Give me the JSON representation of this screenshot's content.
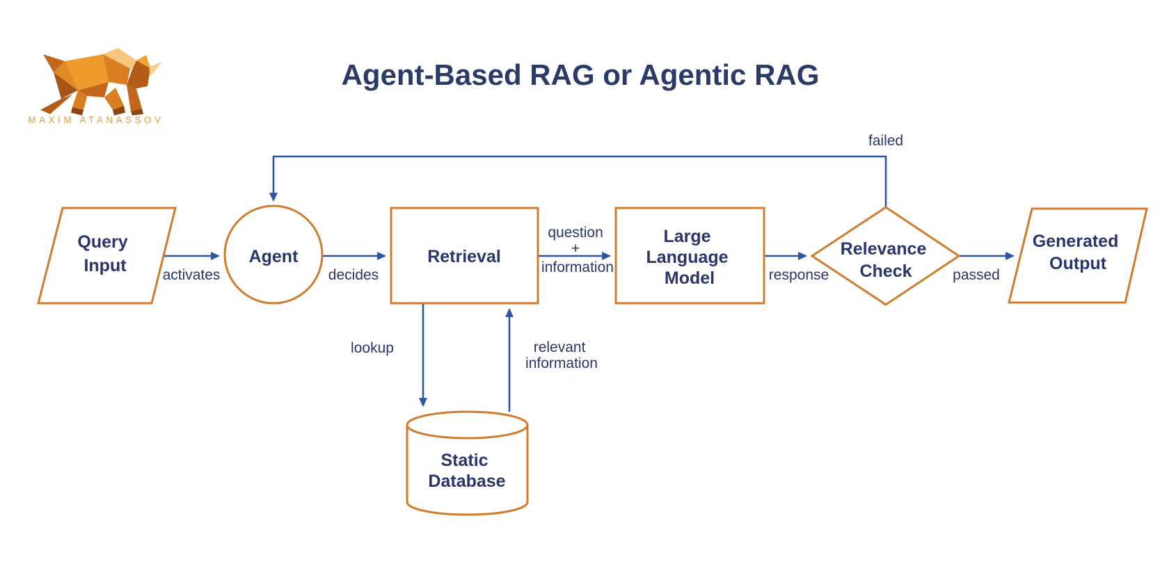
{
  "page": {
    "title": "Agent-Based RAG or Agentic RAG",
    "background": "#ffffff"
  },
  "logo": {
    "brand": "MAXIM ATANASSOV",
    "icon": "low-poly-bull"
  },
  "colors": {
    "title_text": "#2b3a67",
    "node_border": "#cf7c2e",
    "node_fill": "#ffffff",
    "node_text": "#2a356b",
    "arrow": "#2d55a4",
    "edge_label_text": "#2a356b",
    "logo_text": "#df9c3e",
    "logo_oranges": [
      "#a85416",
      "#b35c18",
      "#c2661c",
      "#d97e22",
      "#ee9a2c",
      "#f0a431",
      "#f6c87e",
      "#f8ce8c",
      "#8c4512"
    ]
  },
  "nodes": {
    "query_input": {
      "shape": "parallelogram",
      "lines": [
        "Query",
        "Input"
      ]
    },
    "agent": {
      "shape": "circle",
      "label": "Agent"
    },
    "retrieval": {
      "shape": "rectangle",
      "label": "Retrieval"
    },
    "large_language_model": {
      "shape": "rectangle",
      "lines": [
        "Large",
        "Language",
        "Model"
      ]
    },
    "relevance_check": {
      "shape": "diamond",
      "lines": [
        "Relevance",
        "Check"
      ]
    },
    "generated_output": {
      "shape": "parallelogram",
      "lines": [
        "Generated",
        "Output"
      ]
    },
    "static_database": {
      "shape": "cylinder",
      "lines": [
        "Static",
        "Database"
      ]
    }
  },
  "edges": {
    "activates": {
      "from": "query_input",
      "to": "agent",
      "label": "activates"
    },
    "decides": {
      "from": "agent",
      "to": "retrieval",
      "label": "decides"
    },
    "question_information": {
      "from": "retrieval",
      "to": "large_language_model",
      "label_lines": [
        "question",
        "+",
        "information"
      ]
    },
    "response": {
      "from": "large_language_model",
      "to": "relevance_check",
      "label": "response"
    },
    "passed": {
      "from": "relevance_check",
      "to": "generated_output",
      "label": "passed"
    },
    "failed": {
      "from": "relevance_check",
      "to": "agent",
      "label": "failed"
    },
    "lookup": {
      "from": "retrieval",
      "to": "static_database",
      "label": "lookup"
    },
    "relevant_information": {
      "from": "static_database",
      "to": "retrieval",
      "label_lines": [
        "relevant",
        "information"
      ]
    }
  }
}
